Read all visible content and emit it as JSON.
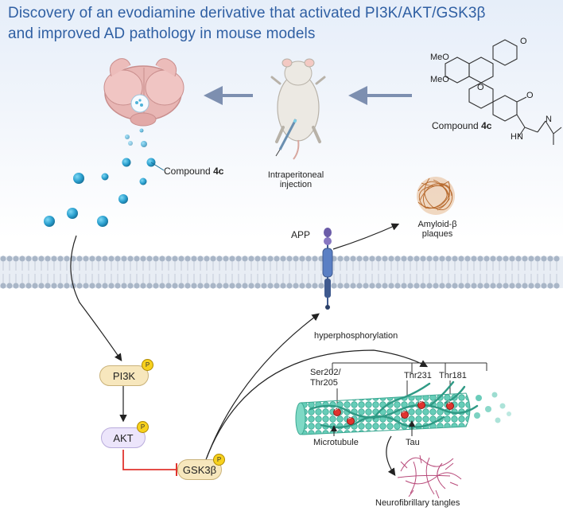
{
  "title": {
    "line1": "Discovery of an evodiamine derivative that activated PI3K/AKT/GSK3β",
    "line2": "and improved AD pathology in mouse models"
  },
  "compound": {
    "label_prefix": "Compound",
    "label_bold": "4c",
    "substituents": [
      "MeO",
      "MeO",
      "O",
      "O",
      "O",
      "H",
      "N",
      "N"
    ]
  },
  "injection_label": [
    "Intraperitoneal",
    "injection"
  ],
  "membrane": {
    "app_label": "APP",
    "amyloid_label": [
      "Amyloid-β",
      "plaques"
    ]
  },
  "pathway": {
    "pi3k": "PI3K",
    "akt": "AKT",
    "gsk3b": "GSK3β",
    "phospho": "P",
    "hyperphosphorylation": "hyperphosphorylation"
  },
  "tau_sites": {
    "ser202": [
      "Ser202/",
      "Thr205"
    ],
    "thr231": "Thr231",
    "thr181": "Thr181"
  },
  "microtubule_label": "Microtubule",
  "tau_label": "Tau",
  "tangles_label": "Neurofibrillary tangles",
  "colors": {
    "title_blue": "#2f5fa3",
    "arrow_gray": "#7d8fb0",
    "membrane": "#a9b6c7",
    "pi3k_fill": "#f7e7bd",
    "akt_fill": "#ece5fb",
    "gsk_fill": "#f7e7bd",
    "inhibit_red": "#e0342f",
    "phospho_yellow": "#f7d11e",
    "microtubule": "#5bc7b3",
    "tangle": "#b84a7a",
    "plaque": "#b76a2e"
  }
}
